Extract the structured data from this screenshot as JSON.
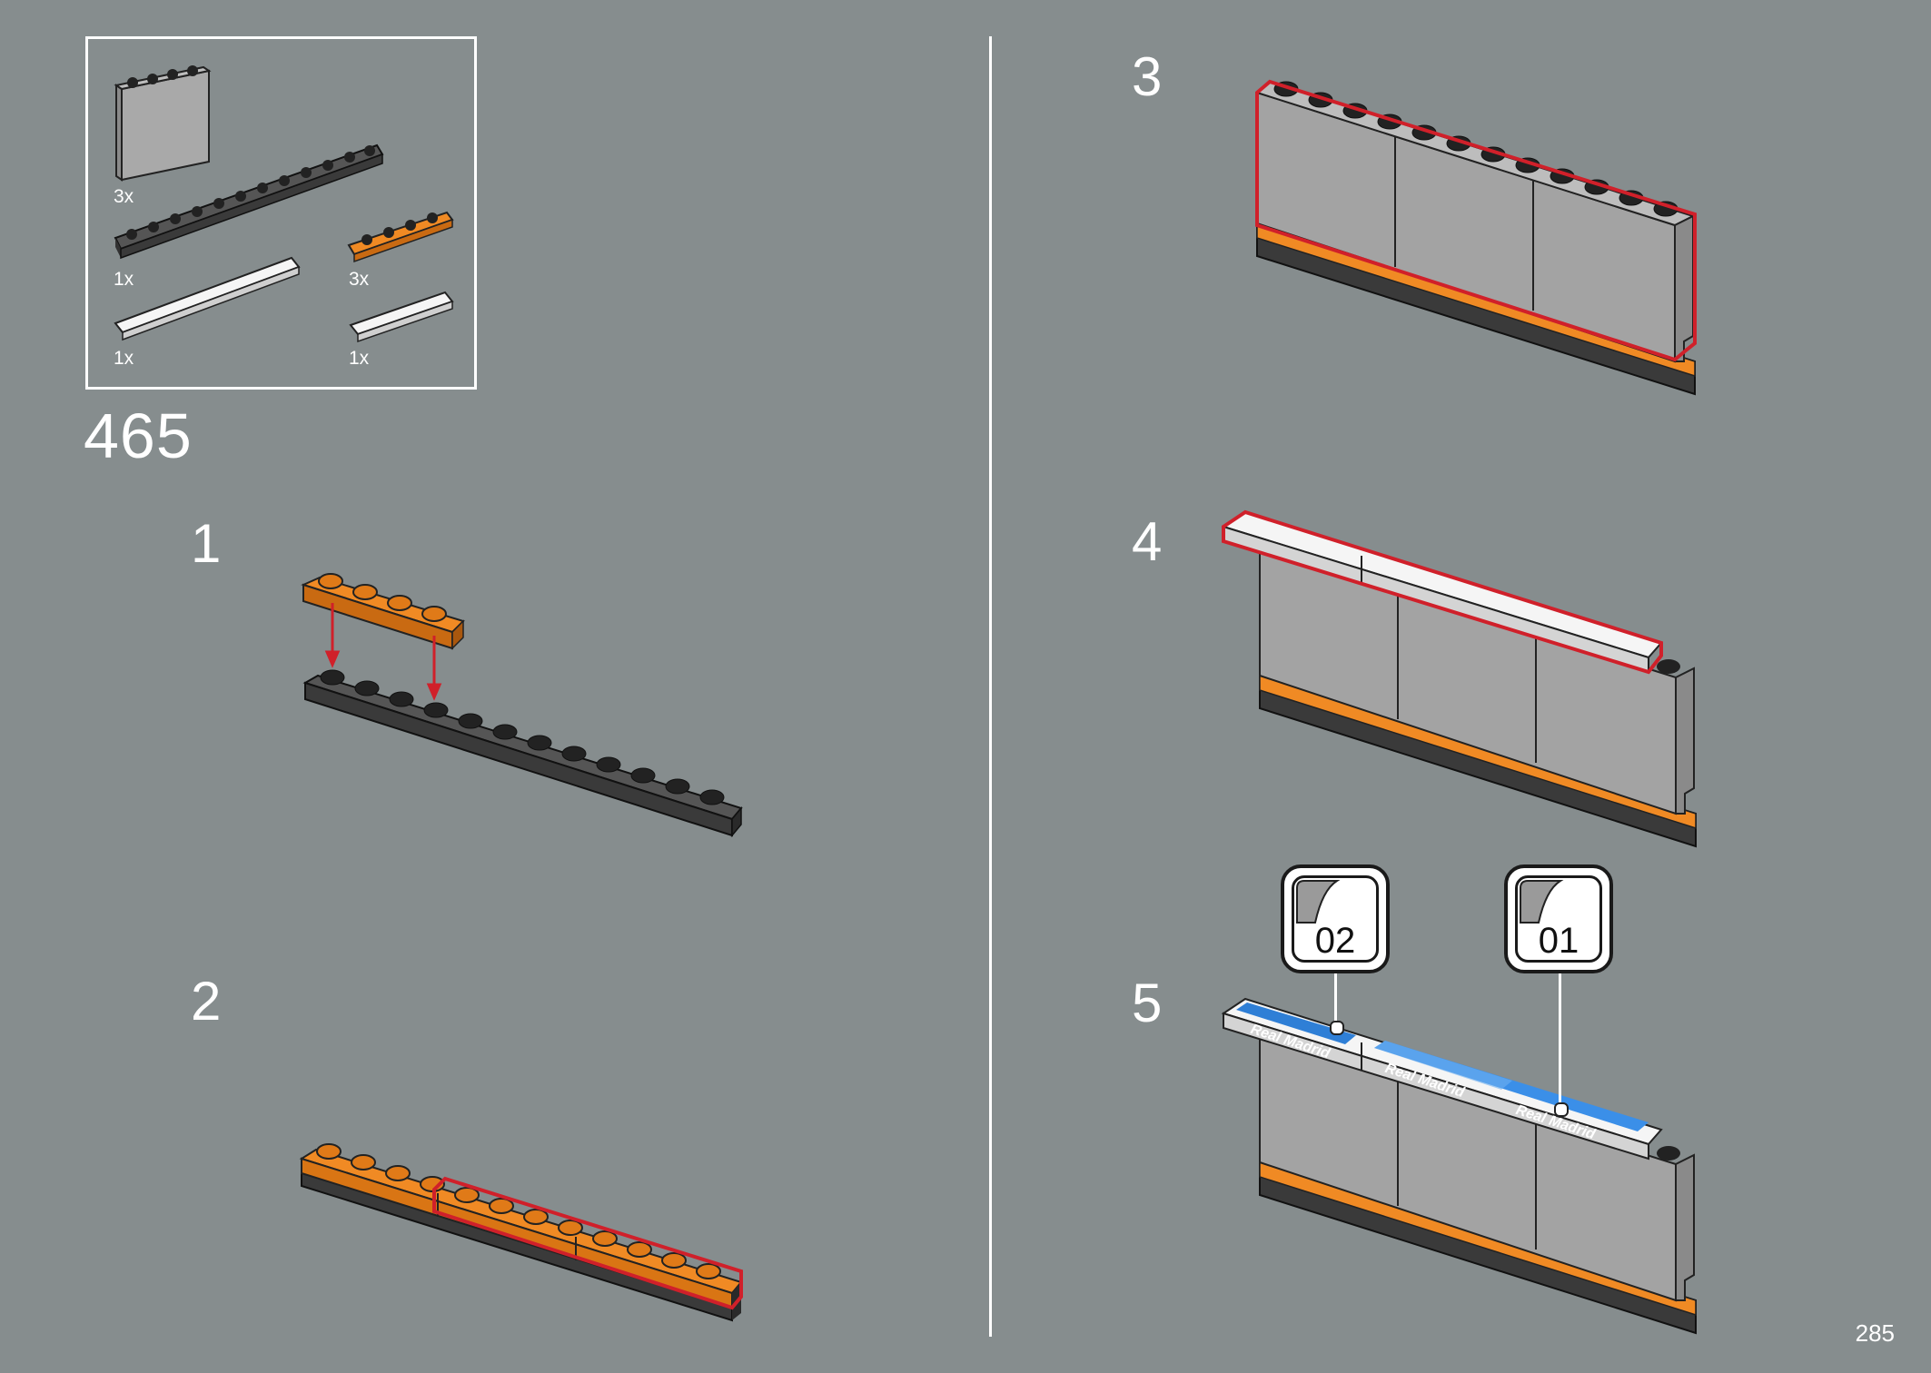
{
  "parts_list": {
    "items": [
      {
        "qty": "3x",
        "part": "panel-1x4x3-light-gray"
      },
      {
        "qty": "1x",
        "part": "plate-1x12-dark-gray"
      },
      {
        "qty": "3x",
        "part": "plate-1x4-orange"
      },
      {
        "qty": "1x",
        "part": "tile-1x8-white"
      },
      {
        "qty": "1x",
        "part": "tile-1x4-white"
      }
    ]
  },
  "step_number": "465",
  "sub_steps": [
    "1",
    "2",
    "3",
    "4",
    "5"
  ],
  "stickers": [
    {
      "number": "02",
      "text": "Real Madrid"
    },
    {
      "number": "01",
      "text": "Real Madrid"
    }
  ],
  "page_number": "285",
  "colors": {
    "background": "#868d8e",
    "orange": "#f08a24",
    "dark_gray": "#4a4a4a",
    "light_gray": "#a3a3a3",
    "highlight_red": "#d0202a",
    "sticker_blue": "#2f7fd6"
  }
}
